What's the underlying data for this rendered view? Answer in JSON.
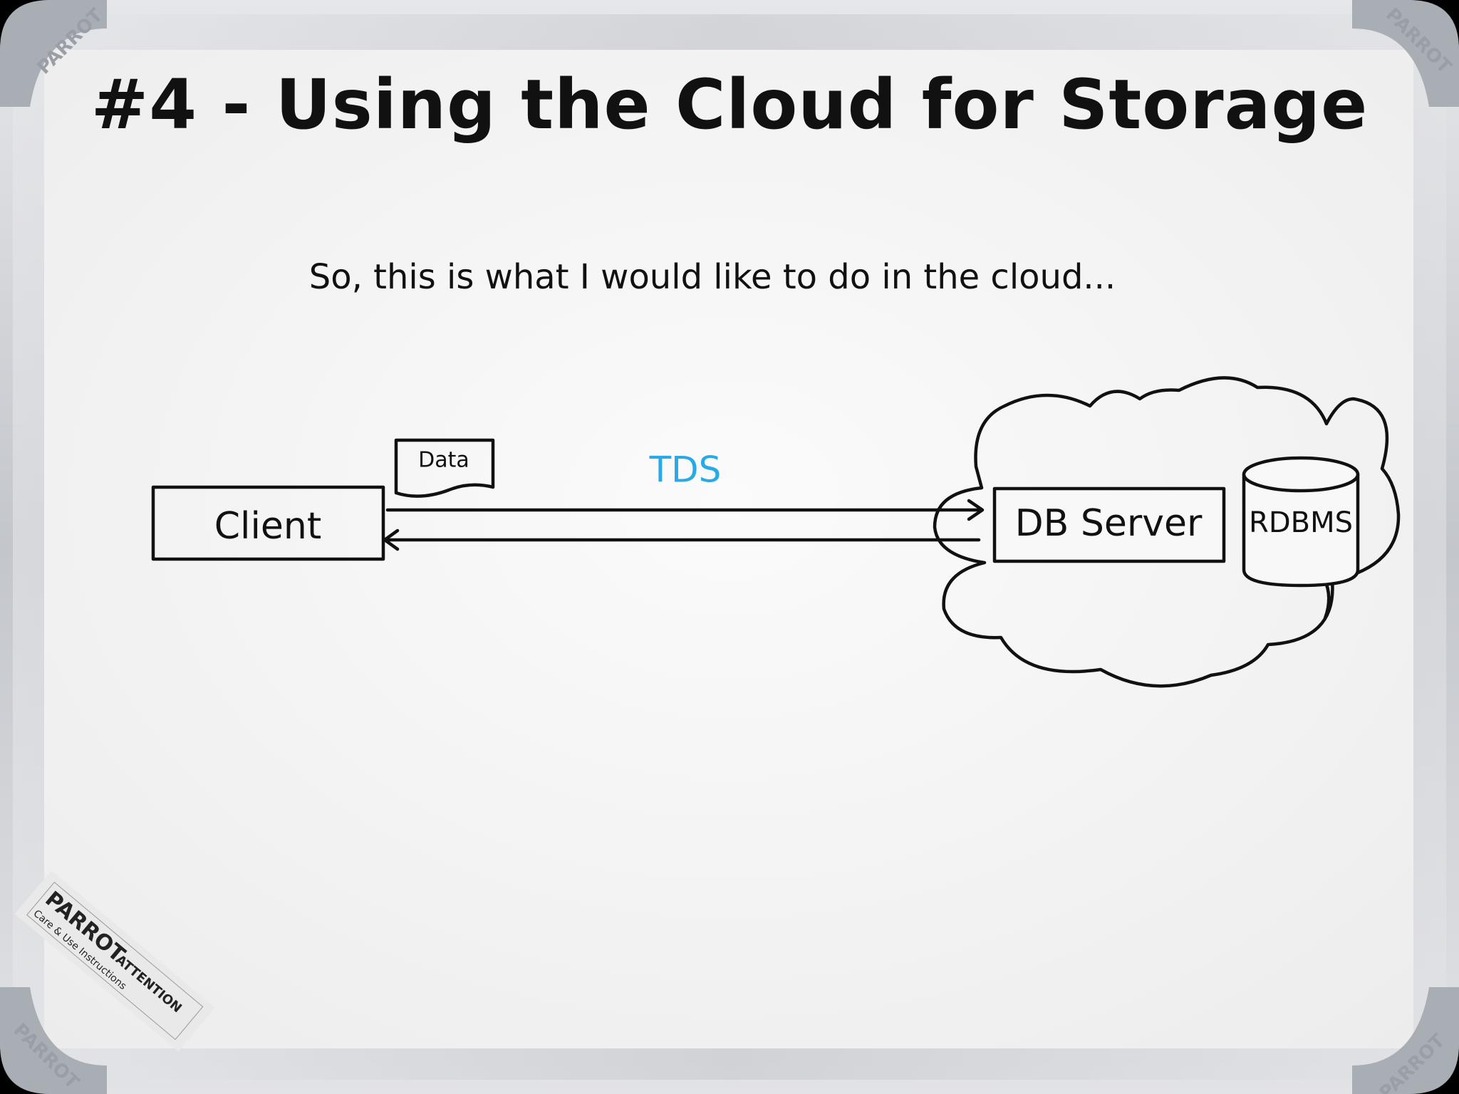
{
  "title": "#4 - Using the Cloud for Storage",
  "subtitle": "So, this is what I would like to do in the cloud...",
  "diagram": {
    "client_label": "Client",
    "data_label": "Data",
    "protocol_label": "TDS",
    "server_label": "DB Server",
    "database_label": "RDBMS"
  },
  "board": {
    "brand": "PARROT",
    "sticker_brand": "PARROT",
    "sticker_notice": "ATTENTION",
    "sticker_caption": "Care & Use Instructions"
  },
  "colors": {
    "ink": "#111111",
    "protocol": "#29a9e6",
    "board": "#f5f5f5",
    "frame": "#c9cbd0"
  }
}
